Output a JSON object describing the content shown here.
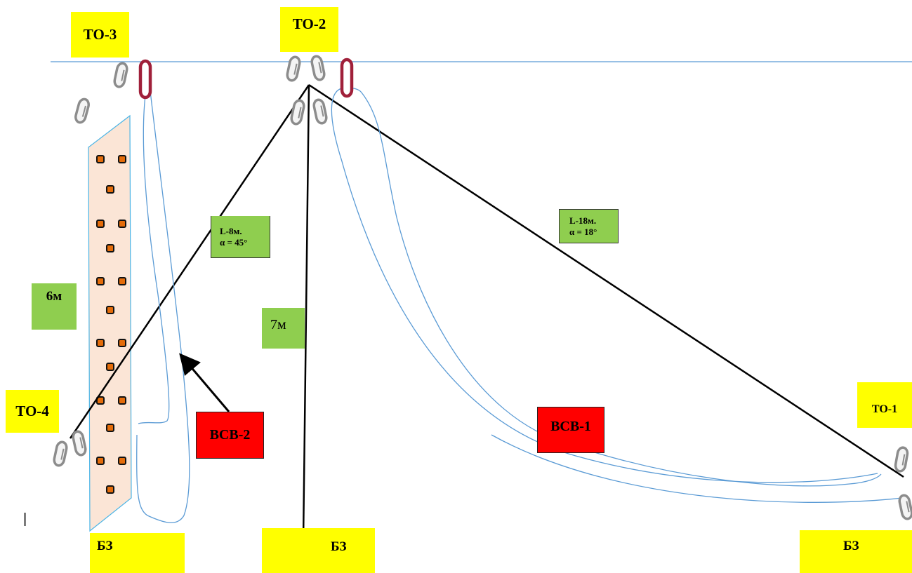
{
  "labels": {
    "to3": "ТО-3",
    "to2": "ТО-2",
    "to4": "ТО-4",
    "to1": "ТО-1",
    "bz_left": "БЗ",
    "bz_center": "БЗ",
    "bz_right": "БЗ",
    "height_6m": "6м",
    "height_7m": "7м",
    "line_left": {
      "length": "L-8м.",
      "angle": "α = 45°"
    },
    "line_right": {
      "length": "L-18м.",
      "angle": "α = 18°"
    },
    "vsv1": "ВСВ-1",
    "vsv2": "ВСВ-2",
    "cursor": "|"
  },
  "colors": {
    "yellow": "#ffff00",
    "green": "#8fce4f",
    "red": "#ff0000",
    "rope": "#5b9bd5",
    "wall_fill": "#fbe5d6",
    "hold": "#e46c0a",
    "carabiner_gray": "#8c8c8c",
    "carabiner_red": "#a0203a"
  }
}
